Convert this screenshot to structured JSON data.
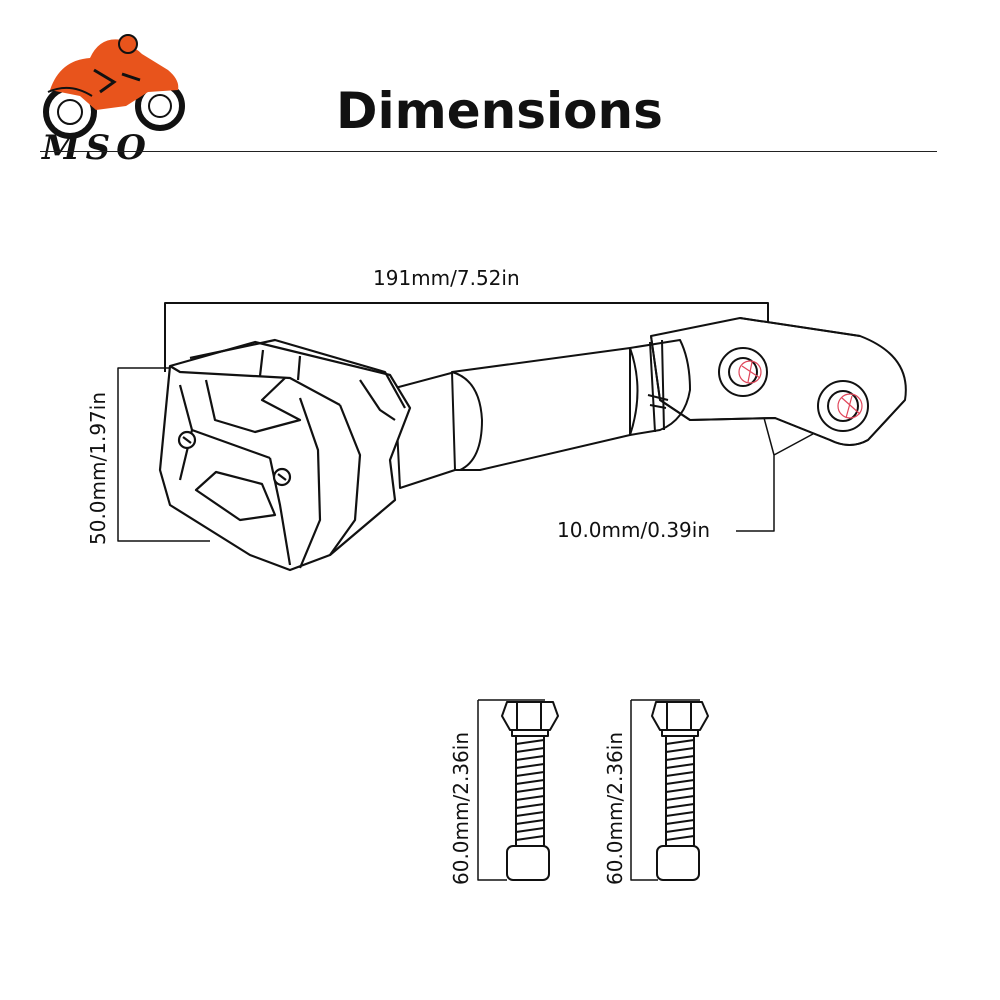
{
  "brand": {
    "logo_text": "MSO",
    "accent_color": "#e8541c"
  },
  "header": {
    "title": "Dimensions"
  },
  "dimensions": {
    "length": "191mm/7.52in",
    "height": "50.0mm/1.97in",
    "hole": "10.0mm/0.39in",
    "bolt_left": "60.0mm/2.36in",
    "bolt_right": "60.0mm/2.36in"
  }
}
